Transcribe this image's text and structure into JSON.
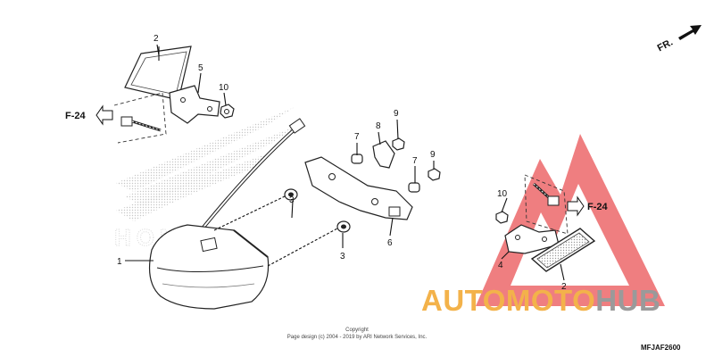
{
  "diagram": {
    "direction_label": "FR.",
    "reference_label": "F-24",
    "callouts": {
      "c1": "1",
      "c2_top": "2",
      "c2_bottom": "2",
      "c3_left": "3",
      "c3_right": "3",
      "c4": "4",
      "c5": "5",
      "c6": "6",
      "c7_left": "7",
      "c7_right": "7",
      "c8": "8",
      "c9_left": "9",
      "c9_right": "9",
      "c10_top": "10",
      "c10_bottom": "10"
    },
    "background_mark_text": "HONDA",
    "copyright_line1": "Copyright",
    "copyright_line2": "Page design (c) 2004 - 2019 by ARI Network Services, Inc.",
    "diagram_code": "MFJAF2600"
  },
  "watermark": {
    "text_part1": "AUTOMOTO",
    "text_part2": "HUB",
    "color_primary": "#f3b24a",
    "color_secondary": "#9a9a9a",
    "triangle_color": "#e8474a"
  }
}
